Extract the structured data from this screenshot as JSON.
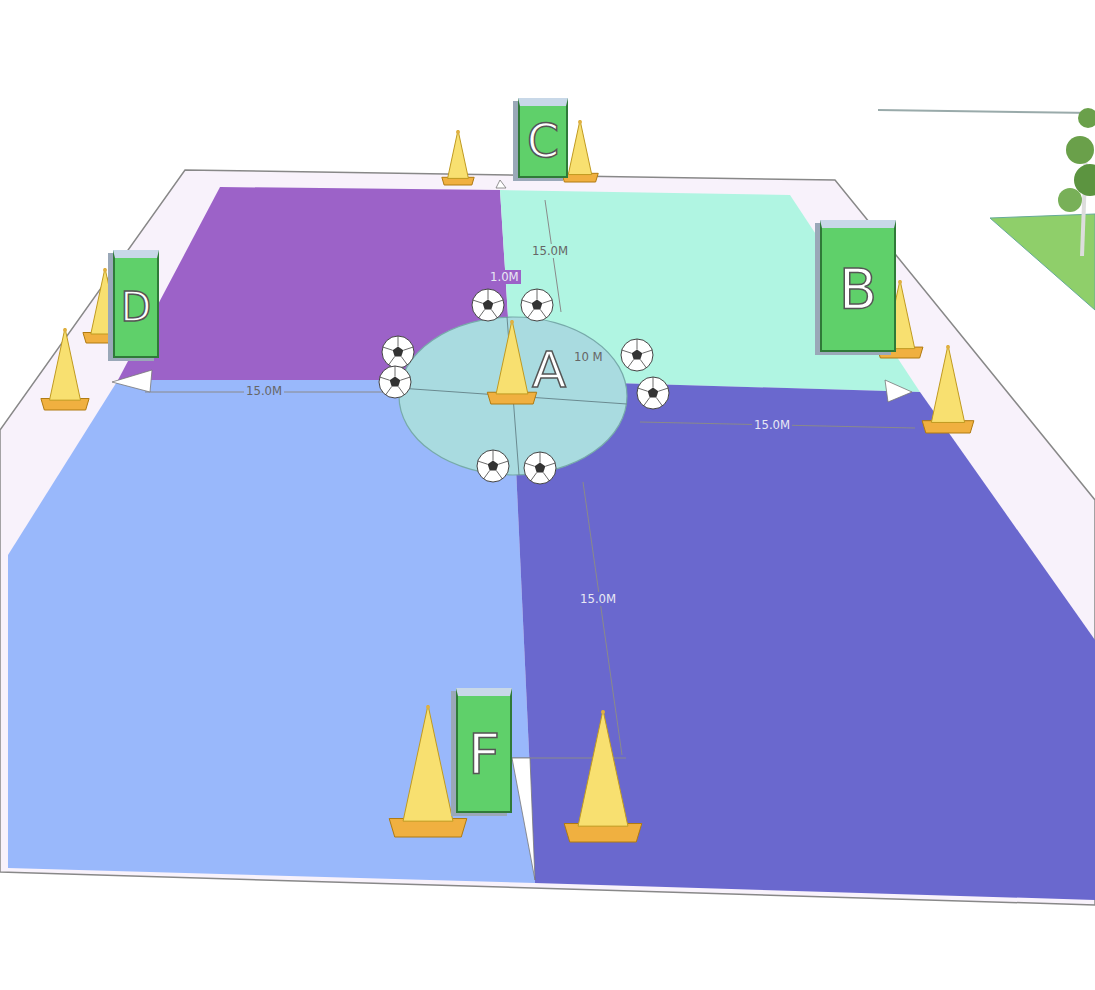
{
  "diagram": {
    "nodes": [
      {
        "text": [
          "C"
        ]
      },
      {
        "text": [
          "D"
        ]
      },
      {
        "text": [
          "B"
        ]
      },
      {
        "text": [
          "A"
        ]
      },
      {
        "text": [
          "F"
        ]
      }
    ],
    "labels": [
      "15.0M",
      "1.0M",
      "10 M",
      "15.0M",
      "15.0M",
      "15.0M"
    ]
  }
}
